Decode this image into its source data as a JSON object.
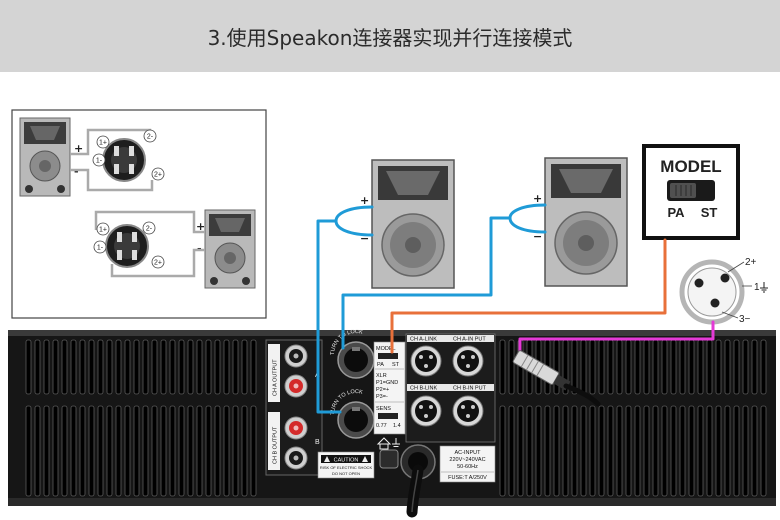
{
  "header": {
    "title": "3.使用Speakon连接器实现并行连接模式"
  },
  "inset_diagram": {
    "top": {
      "plus": "+",
      "minus": "-",
      "pin_1_plus": "1+",
      "pin_2_minus": "2-",
      "pin_1_minus": "1-",
      "pin_2_plus": "2+"
    },
    "bottom": {
      "plus": "+",
      "minus": "-",
      "pin_1_plus": "1+",
      "pin_2_minus": "2-",
      "pin_1_minus": "1-",
      "pin_2_plus": "2+"
    }
  },
  "speaker_left": {
    "plus": "+",
    "minus": "−"
  },
  "speaker_right": {
    "plus": "+",
    "minus": "−"
  },
  "model_switch": {
    "title": "MODEL",
    "option_left": "PA",
    "option_right": "ST"
  },
  "xlr_pinout": {
    "pin2": "2+",
    "pin1": "1",
    "pin3": "3−"
  },
  "amplifier": {
    "ch_a_output": "CH A OUTPUT",
    "ch_b_output": "CH B OUTPUT",
    "channel_a": "A",
    "channel_b": "B",
    "turn_to_lock": "TURN TO LOCK",
    "model_label": "MODEL",
    "model_pa": "PA",
    "model_st": "ST",
    "xlr_label": "XLR",
    "xlr_p1": "P1=GND",
    "xlr_p2": "P2=+",
    "xlr_p3": "P3=-",
    "sens_label": "SENS",
    "sens_low": "0.77",
    "sens_high": "1.4",
    "ch_a_link": "CH A-LINK",
    "ch_a_input": "CH A-IN PUT",
    "ch_b_link": "CH B-LINK",
    "ch_b_input": "CH B-IN PUT",
    "ac_input": "AC-INPUT",
    "voltage": "220V~240VAC",
    "frequency": "50-60Hz",
    "fuse": "FUSE:T A/250V",
    "caution": "CAUTION",
    "caution_line1": "RISK OF ELECTRIC SHOCK",
    "caution_line2": "DO NOT OPEN"
  },
  "colors": {
    "header_bg": "#d4d4d4",
    "speakon_cable": "#1f9bd7",
    "model_cable": "#e8703a",
    "xlr_cable": "#e43ad6",
    "binding_post_red": "#d42a2a",
    "binding_post_black": "#1a1a1a"
  }
}
